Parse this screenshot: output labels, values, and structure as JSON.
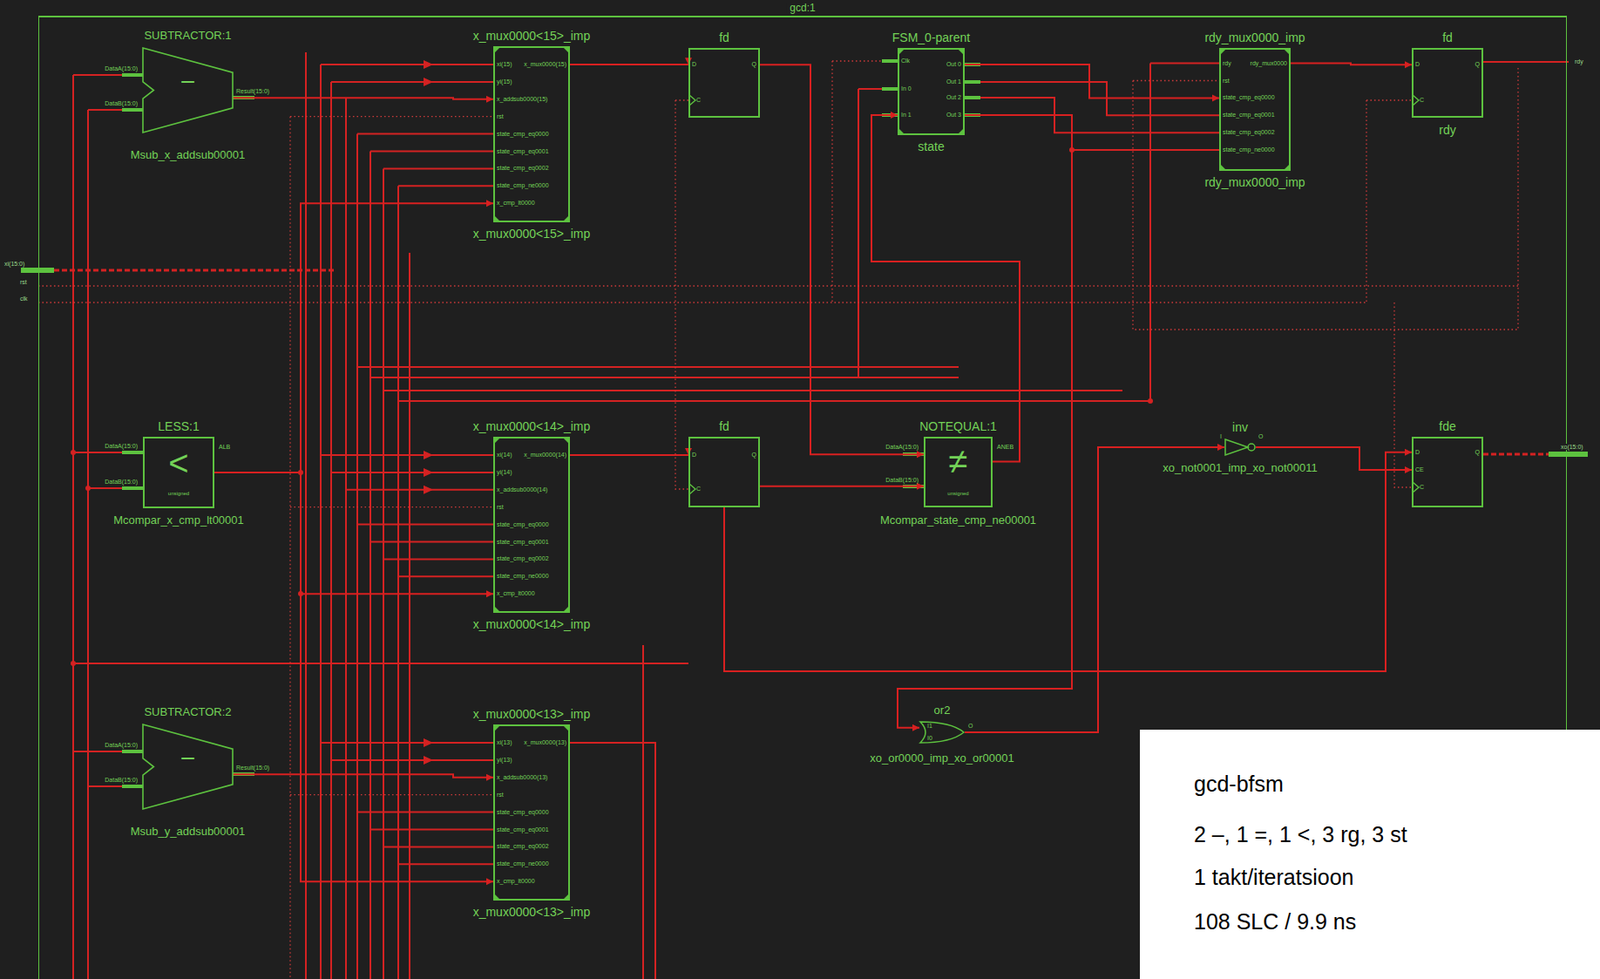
{
  "diagram": {
    "nodes": [
      {
        "text": [
          "gcd:1"
        ]
      },
      {
        "text": [
          "SUBTRACTOR:1",
          "−",
          "Msub_x_addsub00001",
          "DataA(15:0)",
          "DataB(15:0)",
          "Result(15:0)"
        ],
        "in": 0
      },
      {
        "text": [
          "x_mux0000<15>_imp",
          "x_mux0000<15>_imp",
          "xi(15)",
          "yi(15)",
          "x_addsub0000(15)",
          "rst",
          "state_cmp_eq0000",
          "state_cmp_eq0001",
          "state_cmp_eq0002",
          "state_cmp_ne0000",
          "x_cmp_lt0000",
          "x_mux0000(15)"
        ],
        "in": 0
      },
      {
        "text": [
          "fd",
          "D",
          "C",
          "Q"
        ],
        "in": 0
      },
      {
        "text": [
          "FSM_0-parent",
          "state",
          "Clk",
          "In 0",
          "In 1",
          "Out 0",
          "Out 1",
          "Out 2",
          "Out 3"
        ],
        "in": 0
      },
      {
        "text": [
          "rdy_mux0000_imp",
          "rdy_mux0000_imp",
          "rdy",
          "rst",
          "state_cmp_eq0000",
          "state_cmp_eq0001",
          "state_cmp_eq0002",
          "state_cmp_ne0000",
          "rdy_mux0000"
        ],
        "in": 0
      },
      {
        "text": [
          "fd",
          "rdy",
          "D",
          "C",
          "Q"
        ],
        "in": 0
      },
      {
        "text": [
          "LESS:1",
          "<",
          "unsigned",
          "Mcompar_x_cmp_lt00001",
          "DataA(15:0)",
          "DataB(15:0)",
          "ALB"
        ],
        "in": 0
      },
      {
        "text": [
          "x_mux0000<14>_imp",
          "x_mux0000<14>_imp",
          "xi(14)",
          "yi(14)",
          "x_addsub0000(14)",
          "rst",
          "state_cmp_eq0000",
          "state_cmp_eq0001",
          "state_cmp_eq0002",
          "state_cmp_ne0000",
          "x_cmp_lt0000",
          "x_mux0000(14)"
        ],
        "in": 0
      },
      {
        "text": [
          "fd",
          "D",
          "C",
          "Q"
        ],
        "in": 0
      },
      {
        "text": [
          "NOTEQUAL:1",
          "≠",
          "unsigned",
          "Mcompar_state_cmp_ne00001",
          "DataA(15:0)",
          "DataB(15:0)",
          "ANEB"
        ],
        "in": 0
      },
      {
        "text": [
          "inv",
          "xo_not0001_imp_xo_not00011",
          "I",
          "O"
        ],
        "in": 0
      },
      {
        "text": [
          "fde",
          "D",
          "CE",
          "C",
          "Q"
        ],
        "in": 0
      },
      {
        "text": [
          "SUBTRACTOR:2",
          "−",
          "Msub_y_addsub00001",
          "DataA(15:0)",
          "DataB(15:0)",
          "Result(15:0)"
        ],
        "in": 0
      },
      {
        "text": [
          "x_mux0000<13>_imp",
          "x_mux0000<13>_imp",
          "xi(13)",
          "yi(13)",
          "x_addsub0000(13)",
          "rst",
          "state_cmp_eq0000",
          "state_cmp_eq0001",
          "state_cmp_eq0002",
          "state_cmp_ne0000",
          "x_cmp_lt0000",
          "x_mux0000(13)"
        ],
        "in": 0
      },
      {
        "text": [
          "or2",
          "xo_or0000_imp_xo_or00001",
          "I1",
          "I0",
          "O"
        ],
        "in": 0
      },
      {
        "text": [
          "gcd-bfsm",
          "2 –, 1 =, 1 <, 3 rg, 3 st",
          "1 takt/iteratsioon",
          "108 SLC / 9.9 ns"
        ]
      }
    ],
    "edges": [
      {
        "from": 1,
        "to": 2,
        "arrow": "to"
      },
      {
        "from": 2,
        "to": 3,
        "arrow": "to"
      },
      {
        "from": 3,
        "to": 10,
        "arrow": "to"
      },
      {
        "from": 9,
        "to": 10,
        "arrow": "to"
      },
      {
        "from": 8,
        "to": 9,
        "arrow": "to"
      },
      {
        "from": 7,
        "to": 2,
        "arrow": "to"
      },
      {
        "from": 7,
        "to": 8,
        "arrow": "to"
      },
      {
        "from": 7,
        "to": 14,
        "arrow": "to"
      },
      {
        "from": 13,
        "to": 14,
        "arrow": "to"
      },
      {
        "from": 4,
        "to": 5,
        "arrow": "to"
      },
      {
        "from": 5,
        "to": 6,
        "arrow": "to"
      },
      {
        "from": 4,
        "to": 15,
        "arrow": "to"
      },
      {
        "from": 10,
        "to": 4,
        "arrow": "to"
      },
      {
        "from": 15,
        "to": 11,
        "arrow": "to"
      },
      {
        "from": 11,
        "to": 12,
        "arrow": "to"
      },
      {
        "from": 9,
        "to": 12,
        "arrow": "to"
      }
    ],
    "labels": [
      "xi(15:0)",
      "rst",
      "clk",
      "rdy",
      "xo(15:0)"
    ]
  }
}
